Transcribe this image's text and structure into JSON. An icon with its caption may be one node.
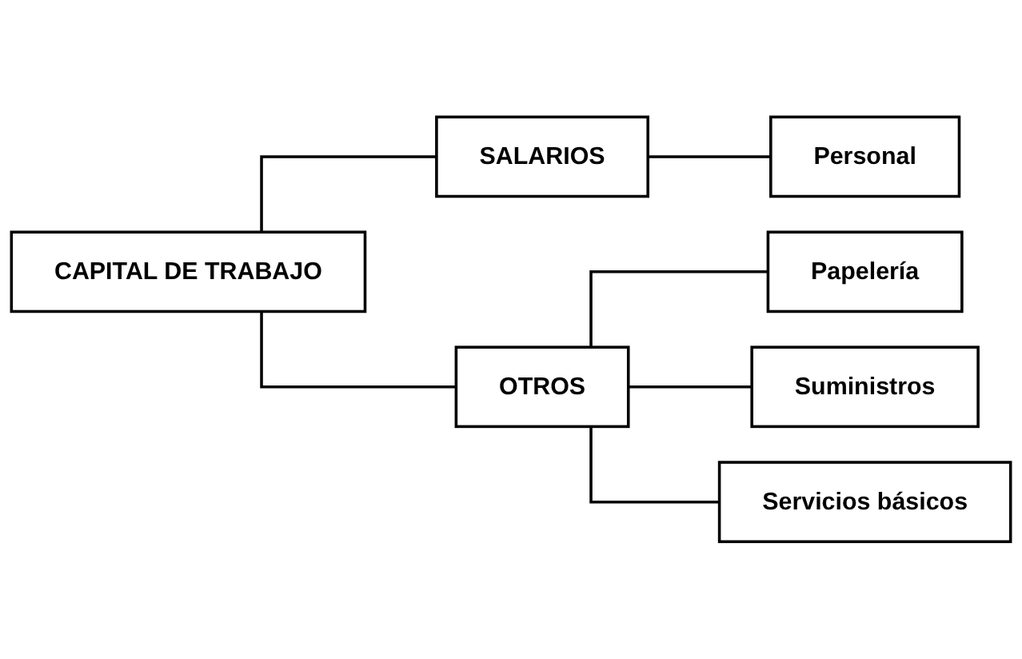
{
  "diagram": {
    "nodes": [
      {
        "text": [
          "CAPITAL DE TRABAJO"
        ]
      },
      {
        "text": [
          "SALARIOS"
        ]
      },
      {
        "text": [
          "OTROS"
        ]
      },
      {
        "text": [
          "Personal"
        ]
      },
      {
        "text": [
          "Papelería"
        ]
      },
      {
        "text": [
          "Suministros"
        ]
      },
      {
        "text": [
          "Servicios básicos"
        ]
      }
    ],
    "edges": [
      {
        "from": 0,
        "to": 1,
        "arrow": "none"
      },
      {
        "from": 0,
        "to": 2,
        "arrow": "none"
      },
      {
        "from": 1,
        "to": 3,
        "arrow": "none"
      },
      {
        "from": 2,
        "to": 4,
        "arrow": "none"
      },
      {
        "from": 2,
        "to": 5,
        "arrow": "none"
      },
      {
        "from": 2,
        "to": 6,
        "arrow": "none"
      }
    ]
  }
}
